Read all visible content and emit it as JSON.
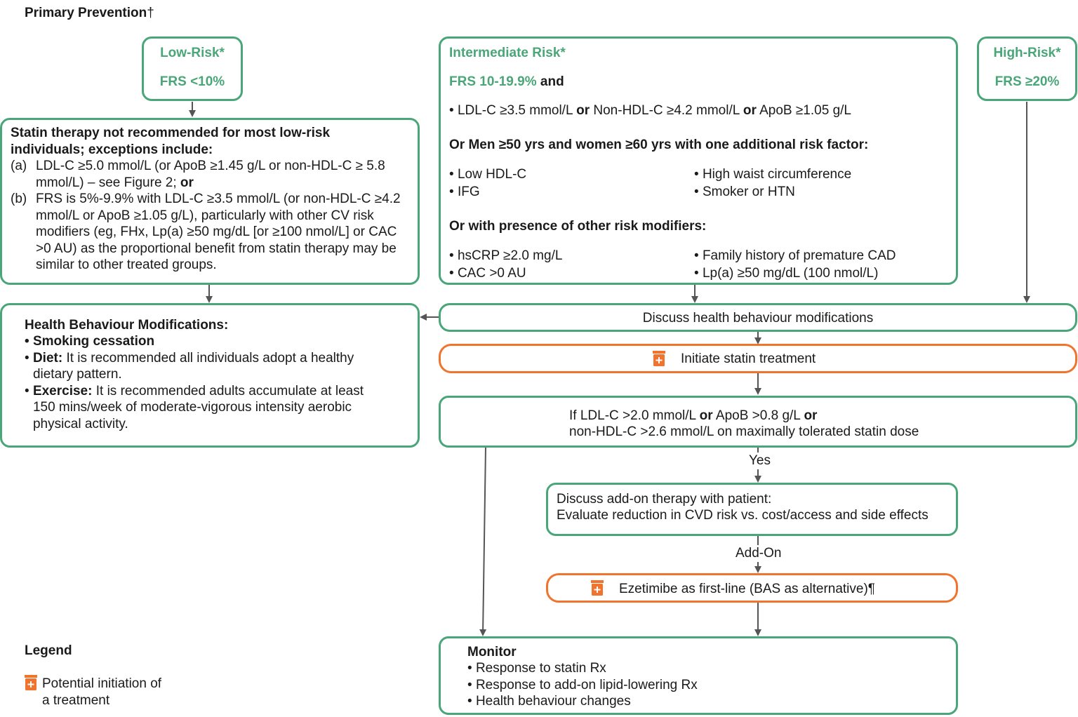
{
  "header": {
    "title": "Primary Prevention",
    "dagger": "†"
  },
  "risk": {
    "low": {
      "title": "Low-Risk*",
      "frs": "FRS <10%"
    },
    "high": {
      "title": "High-Risk*",
      "frs": "FRS ≥20%"
    },
    "intermediate": {
      "title": "Intermediate Risk*",
      "frs": "FRS 10-19.9%",
      "and": "and",
      "bullet_main": {
        "p1": "LDL-C ≥3.5 mmol/L ",
        "or1": "or",
        "p2": " Non-HDL-C ≥4.2 mmol/L ",
        "or2": "or",
        "p3": " ApoB ≥1.05 g/L"
      },
      "heading2": "Or Men ≥50 yrs and women ≥60 yrs with one additional risk factor:",
      "factors_left": [
        "Low HDL-C",
        "IFG"
      ],
      "factors_right": [
        "High waist circumference",
        "Smoker or HTN"
      ],
      "heading3": "Or with presence of other risk modifiers:",
      "modifiers_left": [
        "hsCRP ≥2.0 mg/L",
        "CAC >0 AU"
      ],
      "modifiers_right": [
        "Family history of premature CAD",
        "Lp(a) ≥50 mg/dL (100 nmol/L)"
      ]
    }
  },
  "statin_not_recommended": {
    "heading": "Statin therapy not recommended for most low-risk individuals; exceptions include:",
    "a_label": "(a)",
    "a_text": "LDL-C ≥5.0 mmol/L (or ApoB ≥1.45 g/L or non-HDL-C ≥ 5.8 mmol/L) – see Figure 2; ",
    "a_or": "or",
    "b_label": "(b)",
    "b_text": "FRS is 5%-9.9% with LDL-C ≥3.5 mmol/L (or non-HDL-C ≥4.2 mmol/L or ApoB ≥1.05 g/L), particularly with other CV risk modifiers (eg, FHx, Lp(a) ≥50 mg/dL [or ≥100 nmol/L] or CAC >0 AU) as the proportional benefit from statin therapy may be similar to other treated groups."
  },
  "health_behaviour": {
    "heading": "Health Behaviour Modifications:",
    "smoking": "Smoking cessation",
    "diet_label": "Diet:",
    "diet_text": " It is recommended all individuals adopt a healthy dietary pattern.",
    "exercise_label": "Exercise:",
    "exercise_text": " It is recommended adults accumulate at least 150 mins/week of moderate-vigorous intensity aerobic physical activity."
  },
  "flow": {
    "discuss": "Discuss health behaviour modifications",
    "initiate": "Initiate statin treatment",
    "if_line1_a": "If LDL-C >2.0 mmol/L ",
    "if_or1": "or",
    "if_line1_b": " ApoB >0.8 g/L ",
    "if_or2": "or",
    "if_line2": "non-HDL-C >2.6 mmol/L on maximally tolerated statin dose",
    "yes": "Yes",
    "addon_discuss_1": "Discuss add-on therapy with patient:",
    "addon_discuss_2": "Evaluate reduction in CVD risk vs. cost/access and side effects",
    "addon_label": "Add-On",
    "ezetimibe": "Ezetimibe as first-line (BAS as alternative)¶",
    "monitor_title": "Monitor",
    "monitor_items": [
      "Response to statin Rx",
      "Response to add-on lipid-lowering Rx",
      "Health behaviour changes"
    ]
  },
  "legend": {
    "title": "Legend",
    "item_line1": "Potential initiation of",
    "item_line2": "a treatment",
    "icon": "medicine-bottle-icon"
  },
  "colors": {
    "green": "#4aa679",
    "orange": "#f0732e",
    "arrow": "#555555"
  }
}
